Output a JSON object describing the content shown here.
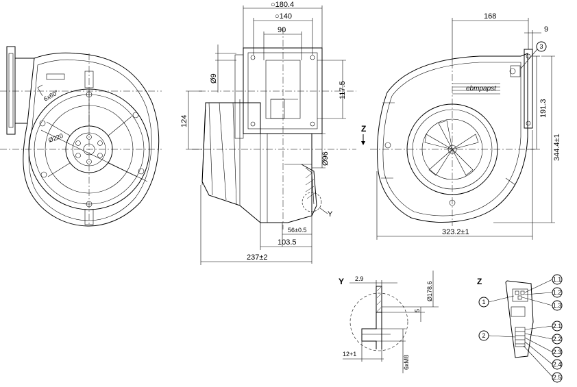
{
  "brand": "ebmpapst",
  "front_view": {
    "diameter_label": "Ø220",
    "holes_label": "6x60°"
  },
  "side_view": {
    "dims": {
      "d180": "○180.4",
      "d140": "○140",
      "w90": "90",
      "h117": "117.5",
      "d9": "Ø9",
      "h124": "124",
      "d96": "Ø96",
      "y_label": "Y",
      "w56": "56±0.5",
      "w103": "103.5",
      "w237": "237±2"
    }
  },
  "rear_view": {
    "dims": {
      "w168": "168",
      "w9": "9",
      "h191": "191.3",
      "h344": "344.4±1",
      "w323": "323.2±1",
      "z_label": "Z",
      "callout3": "3"
    }
  },
  "detail_y": {
    "title": "Y",
    "dims": {
      "t29": "2.9",
      "d178": "Ø178.6",
      "h5": "5",
      "w12": "12+1",
      "m8": "6xM8"
    }
  },
  "detail_z": {
    "title": "Z",
    "callouts": [
      "1",
      "2",
      "1.1",
      "1.2",
      "1.3",
      "2.1",
      "2.2",
      "2.3",
      "2.4",
      "2.5"
    ]
  }
}
